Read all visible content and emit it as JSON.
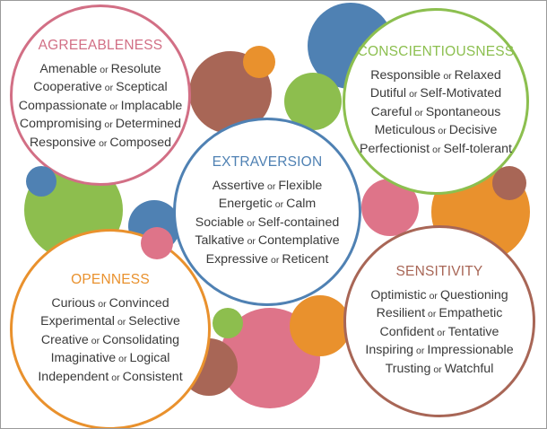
{
  "colors": {
    "pink": "#cf6a82",
    "green": "#8dbe4e",
    "blue": "#4f81b3",
    "orange": "#e9912d",
    "brown": "#a86656",
    "rose": "#de7489",
    "text": "#3a3a3a",
    "frame": "#9a9a9a"
  },
  "traits": [
    {
      "key": "agreeableness",
      "title": "AGREEABLENESS",
      "color": "#d26f85",
      "connector": "or",
      "pairs": [
        [
          "Amenable",
          "Resolute"
        ],
        [
          "Cooperative",
          "Sceptical"
        ],
        [
          "Compassionate",
          "Implacable"
        ],
        [
          "Compromising",
          "Determined"
        ],
        [
          "Responsive",
          "Composed"
        ]
      ]
    },
    {
      "key": "conscientiousness",
      "title": "CONSCIENTIOUSNESS",
      "color": "#8cbf4f",
      "connector": "or",
      "pairs": [
        [
          "Responsible",
          "Relaxed"
        ],
        [
          "Dutiful",
          "Self-Motivated"
        ],
        [
          "Careful",
          "Spontaneous"
        ],
        [
          "Meticulous",
          "Decisive"
        ],
        [
          "Perfectionist",
          "Self-tolerant"
        ]
      ]
    },
    {
      "key": "extraversion",
      "title": "EXTRAVERSION",
      "color": "#4f81b3",
      "connector": "or",
      "pairs": [
        [
          "Assertive",
          "Flexible"
        ],
        [
          "Energetic",
          "Calm"
        ],
        [
          "Sociable",
          "Self-contained"
        ],
        [
          "Talkative",
          "Contemplative"
        ],
        [
          "Expressive",
          "Reticent"
        ]
      ]
    },
    {
      "key": "openness",
      "title": "OPENNESS",
      "color": "#e9912d",
      "connector": "or",
      "pairs": [
        [
          "Curious",
          "Convinced"
        ],
        [
          "Experimental",
          "Selective"
        ],
        [
          "Creative",
          "Consolidating"
        ],
        [
          "Imaginative",
          "Logical"
        ],
        [
          "Independent",
          "Consistent"
        ]
      ]
    },
    {
      "key": "sensitivity",
      "title": "SENSITIVITY",
      "color": "#a86656",
      "connector": "or",
      "pairs": [
        [
          "Optimistic",
          "Questioning"
        ],
        [
          "Resilient",
          "Empathetic"
        ],
        [
          "Confident",
          "Tentative"
        ],
        [
          "Inspiring",
          "Impressionable"
        ],
        [
          "Trusting",
          "Watchful"
        ]
      ]
    }
  ]
}
